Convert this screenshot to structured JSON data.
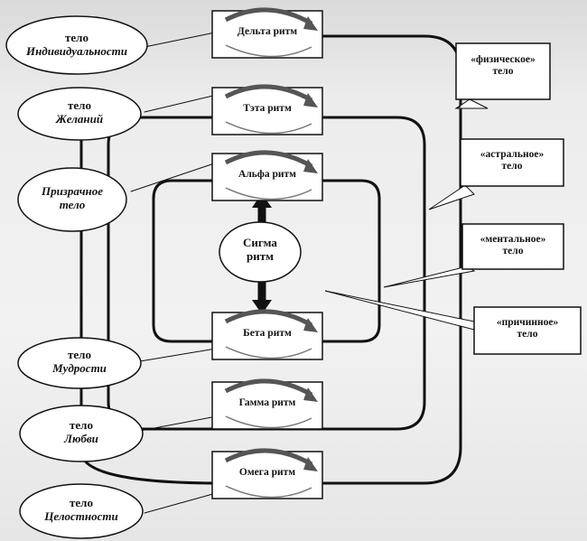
{
  "rhythms": {
    "delta": "Дельта ритм",
    "theta": "Тэта ритм",
    "alpha": "Альфа ритм",
    "beta": "Бета ритм",
    "gamma": "Гамма ритм",
    "omega": "Омега ритм"
  },
  "sigma": {
    "line1": "Сигма",
    "line2": "ритм"
  },
  "bodies": {
    "individuality": {
      "line1": "тело",
      "line2": "Индивидуальности"
    },
    "desires": {
      "line1": "тело",
      "line2": "Желаний"
    },
    "ghostly": {
      "line1": "Призрачное",
      "line2": "тело"
    },
    "wisdom": {
      "line1": "тело",
      "line2": "Мудрости"
    },
    "love": {
      "line1": "тело",
      "line2": "Любви"
    },
    "integrity": {
      "line1": "тело",
      "line2": "Целостности"
    }
  },
  "callouts": {
    "physical": {
      "line1": "«физическое»",
      "line2": "тело"
    },
    "astral": {
      "line1": "«астральное»",
      "line2": "тело"
    },
    "mental": {
      "line1": "«ментальное»",
      "line2": "тело"
    },
    "causal": {
      "line1": "«причинное»",
      "line2": "тело"
    }
  },
  "colors": {
    "ink": "#111111",
    "arrow_dark": "#555555",
    "arrow_light": "#ffffff",
    "paper": "#f2f2f2"
  }
}
